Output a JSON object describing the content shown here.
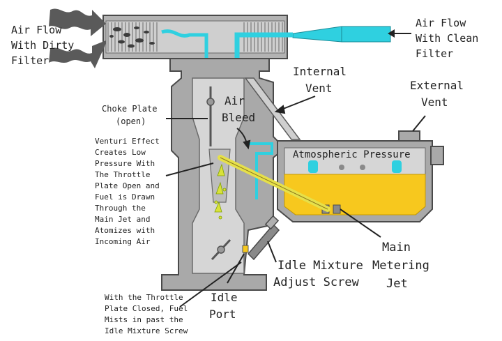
{
  "labels": {
    "air_flow_dirty": [
      "Air Flow",
      "With Dirty",
      "Filter"
    ],
    "air_flow_clean": [
      "Air Flow",
      "With Clean",
      "Filter"
    ],
    "internal_vent": [
      "Internal",
      "Vent"
    ],
    "external_vent": [
      "External",
      "Vent"
    ],
    "air_bleed": [
      "Air",
      "Bleed"
    ],
    "choke_plate": [
      "Choke Plate",
      "(open)"
    ],
    "atmospheric_pressure": "Atmospheric Pressure",
    "venturi_effect": [
      "Venturi Effect",
      "Creates Low",
      "Pressure With",
      "The Throttle",
      "Plate Open and",
      "Fuel is Drawn",
      "Through the",
      "Main Jet and",
      "Atomizes with",
      "Incoming Air"
    ],
    "main_metering_jet": [
      "Main",
      "Metering",
      "Jet"
    ],
    "idle_mixture_screw": [
      "Idle Mixture",
      "Adjust Screw"
    ],
    "idle_port": [
      "Idle",
      "Port"
    ],
    "throttle_closed": [
      "With the Throttle",
      "Plate Closed, Fuel",
      "Mists in past the",
      "Idle Mixture Screw"
    ]
  },
  "colors": {
    "body": "#a9a9a9",
    "body_dark": "#8c8c8c",
    "interior": "#d6d6d6",
    "air_flow": "#2fd0e0",
    "fuel": "#f7c81e",
    "fuel_path": "#e6e04a",
    "outline": "#4a4a4a"
  }
}
